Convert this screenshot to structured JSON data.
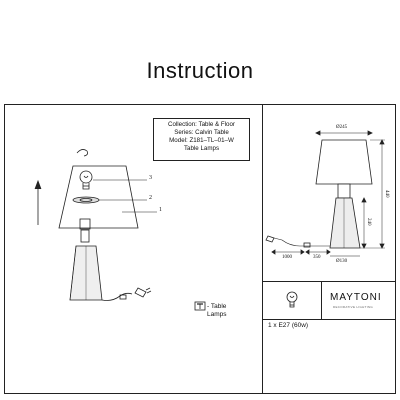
{
  "page": {
    "title": "Instruction"
  },
  "info_box": {
    "collection": "Collection: Table & Floor",
    "series": "Series: Calvin Table",
    "model": "Model: Z181–TL–01–W",
    "category": "Table Lamps"
  },
  "callouts": [
    "3",
    "2",
    "1"
  ],
  "type_label": {
    "line1": "- Table",
    "line2": "Lamps"
  },
  "dimensions": {
    "shade_diameter": "Ø245",
    "height": "440",
    "base_height": "240",
    "cable": "1000",
    "switch_offset": "350",
    "base_diameter": "Ø130"
  },
  "bulb_spec": "1 x E27 (60w)",
  "brand": {
    "name": "MAYTONI",
    "tagline": "DECORATIVE LIGHTING"
  },
  "colors": {
    "line": "#222222",
    "shade_top": "#f2f2f2",
    "base": "#e8e8e8"
  }
}
